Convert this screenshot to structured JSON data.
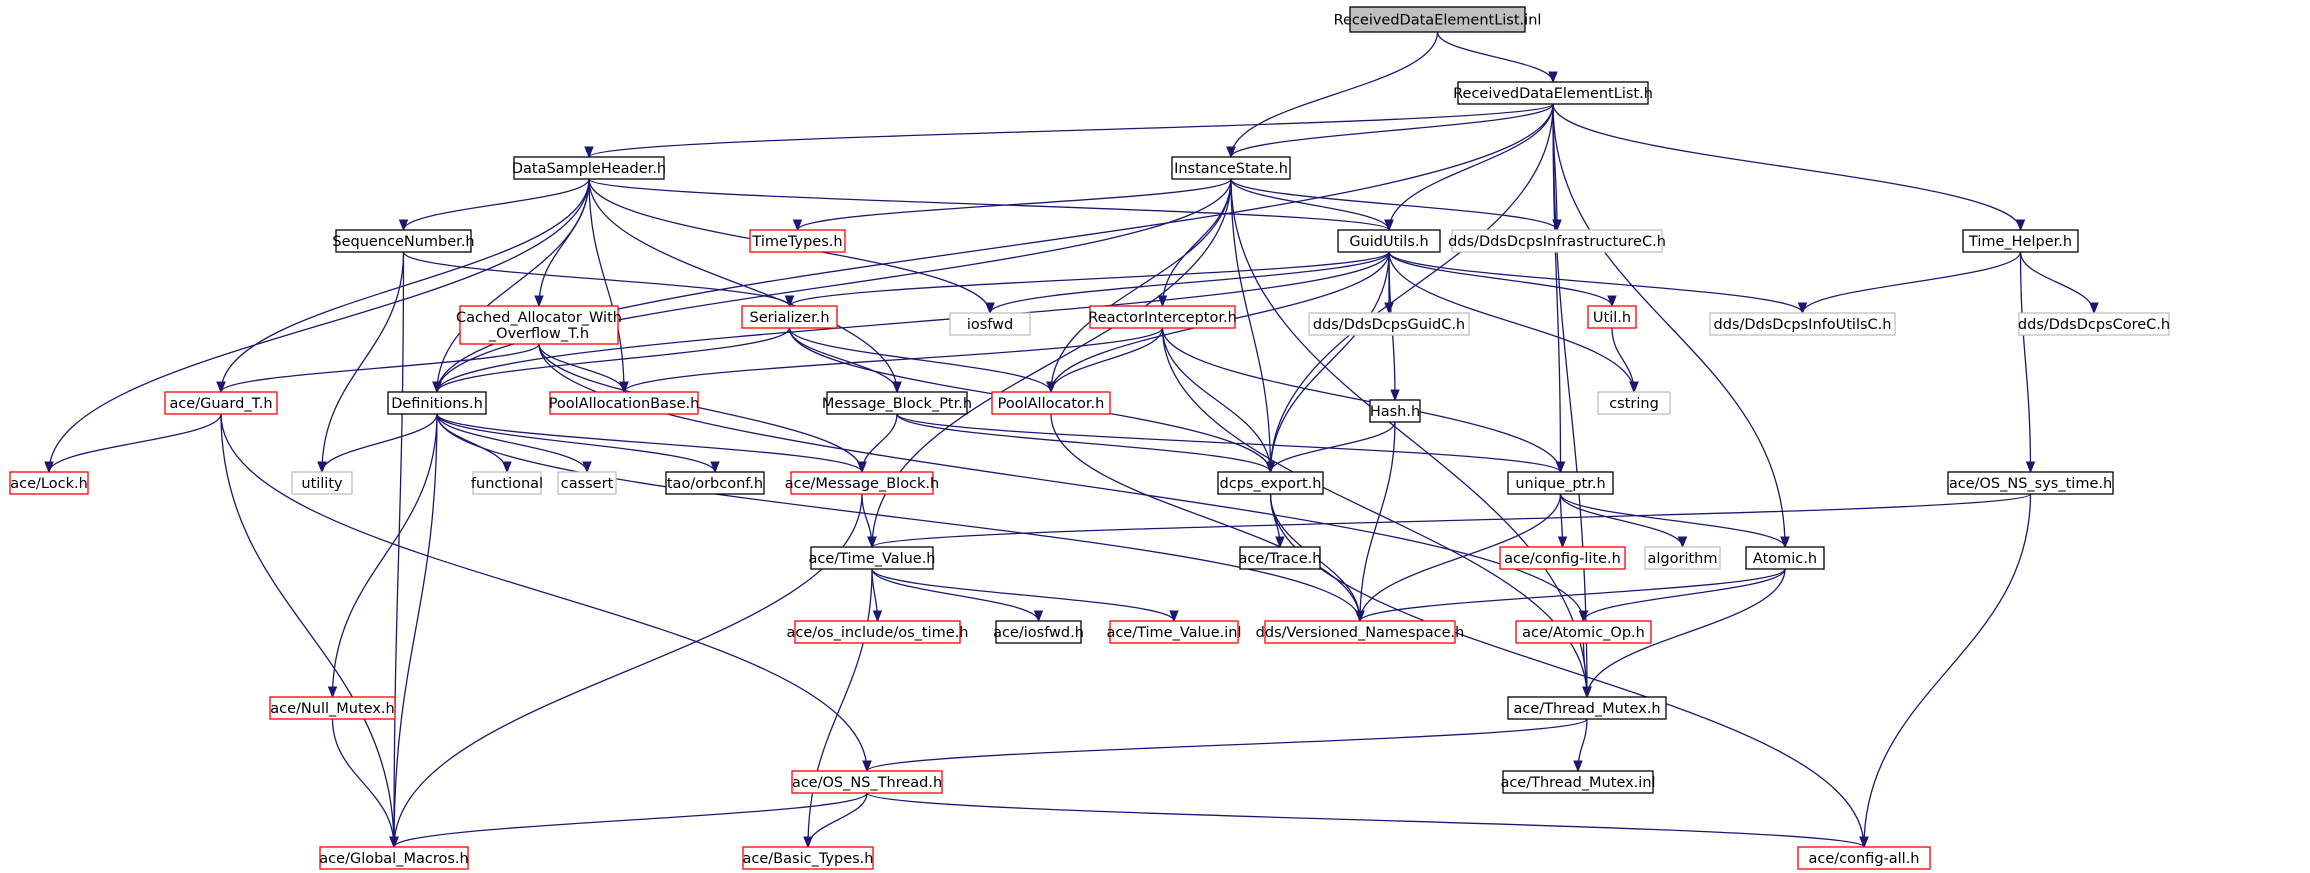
{
  "colors": {
    "edge": "#191970",
    "root_fill": "#bfbfbf",
    "normal_border": "#000000",
    "truncated_border": "#ff0000",
    "external_border": "#bfbfbf",
    "external_text": "#7f7f7f"
  },
  "nodes": [
    {
      "id": "root",
      "label": "ReceivedDataElementList.inl",
      "kind": "root"
    },
    {
      "id": "rdel",
      "label": "ReceivedDataElementList.h",
      "kind": "normal"
    },
    {
      "id": "dsh",
      "label": "DataSampleHeader.h",
      "kind": "normal"
    },
    {
      "id": "inst",
      "label": "InstanceState.h",
      "kind": "normal"
    },
    {
      "id": "seq",
      "label": "SequenceNumber.h",
      "kind": "normal"
    },
    {
      "id": "tt",
      "label": "TimeTypes.h",
      "kind": "truncated"
    },
    {
      "id": "guid",
      "label": "GuidUtils.h",
      "kind": "normal"
    },
    {
      "id": "ddsinfra",
      "label": "dds/DdsDcpsInfrastructureC.h",
      "kind": "external"
    },
    {
      "id": "timehelper",
      "label": "Time_Helper.h",
      "kind": "normal"
    },
    {
      "id": "cached",
      "label": "Cached_Allocator_With\n_Overflow_T.h",
      "kind": "truncated"
    },
    {
      "id": "serializer",
      "label": "Serializer.h",
      "kind": "truncated"
    },
    {
      "id": "iosfwd",
      "label": "iosfwd",
      "kind": "external"
    },
    {
      "id": "reactor",
      "label": "ReactorInterceptor.h",
      "kind": "truncated"
    },
    {
      "id": "ddsguidc",
      "label": "dds/DdsDcpsGuidC.h",
      "kind": "external"
    },
    {
      "id": "utilh",
      "label": "Util.h",
      "kind": "truncated"
    },
    {
      "id": "infoutils",
      "label": "dds/DdsDcpsInfoUtilsC.h",
      "kind": "external"
    },
    {
      "id": "corec",
      "label": "dds/DdsDcpsCoreC.h",
      "kind": "external"
    },
    {
      "id": "guard",
      "label": "ace/Guard_T.h",
      "kind": "truncated"
    },
    {
      "id": "defs",
      "label": "Definitions.h",
      "kind": "normal"
    },
    {
      "id": "poolbase",
      "label": "PoolAllocationBase.h",
      "kind": "truncated"
    },
    {
      "id": "mbptr",
      "label": "Message_Block_Ptr.h",
      "kind": "normal"
    },
    {
      "id": "poolalloc",
      "label": "PoolAllocator.h",
      "kind": "truncated"
    },
    {
      "id": "hash",
      "label": "Hash.h",
      "kind": "normal"
    },
    {
      "id": "cstring",
      "label": "cstring",
      "kind": "external"
    },
    {
      "id": "lock",
      "label": "ace/Lock.h",
      "kind": "truncated"
    },
    {
      "id": "utility",
      "label": "utility",
      "kind": "external"
    },
    {
      "id": "functional",
      "label": "functional",
      "kind": "external"
    },
    {
      "id": "cassert",
      "label": "cassert",
      "kind": "external"
    },
    {
      "id": "orbconf",
      "label": "tao/orbconf.h",
      "kind": "normal"
    },
    {
      "id": "msgblock",
      "label": "ace/Message_Block.h",
      "kind": "truncated"
    },
    {
      "id": "dcps",
      "label": "dcps_export.h",
      "kind": "normal"
    },
    {
      "id": "uptr",
      "label": "unique_ptr.h",
      "kind": "normal"
    },
    {
      "id": "nssystime",
      "label": "ace/OS_NS_sys_time.h",
      "kind": "normal"
    },
    {
      "id": "timevalue",
      "label": "ace/Time_Value.h",
      "kind": "normal"
    },
    {
      "id": "trace",
      "label": "ace/Trace.h",
      "kind": "normal"
    },
    {
      "id": "configlite",
      "label": "ace/config-lite.h",
      "kind": "truncated"
    },
    {
      "id": "algorithm",
      "label": "algorithm",
      "kind": "external"
    },
    {
      "id": "atomic",
      "label": "Atomic.h",
      "kind": "normal"
    },
    {
      "id": "ostime",
      "label": "ace/os_include/os_time.h",
      "kind": "truncated"
    },
    {
      "id": "iosfwdh",
      "label": "ace/iosfwd.h",
      "kind": "normal"
    },
    {
      "id": "tvinl",
      "label": "ace/Time_Value.inl",
      "kind": "truncated"
    },
    {
      "id": "versioned",
      "label": "dds/Versioned_Namespace.h",
      "kind": "truncated"
    },
    {
      "id": "atomicop",
      "label": "ace/Atomic_Op.h",
      "kind": "truncated"
    },
    {
      "id": "nullmutex",
      "label": "ace/Null_Mutex.h",
      "kind": "truncated"
    },
    {
      "id": "threadmutex",
      "label": "ace/Thread_Mutex.h",
      "kind": "normal"
    },
    {
      "id": "nsthread",
      "label": "ace/OS_NS_Thread.h",
      "kind": "truncated"
    },
    {
      "id": "tminl",
      "label": "ace/Thread_Mutex.inl",
      "kind": "normal"
    },
    {
      "id": "globalmacros",
      "label": "ace/Global_Macros.h",
      "kind": "truncated"
    },
    {
      "id": "basictypes",
      "label": "ace/Basic_Types.h",
      "kind": "truncated"
    },
    {
      "id": "configall",
      "label": "ace/config-all.h",
      "kind": "truncated"
    }
  ],
  "edges": [
    [
      "root",
      "rdel"
    ],
    [
      "root",
      "inst"
    ],
    [
      "rdel",
      "dsh"
    ],
    [
      "rdel",
      "inst"
    ],
    [
      "rdel",
      "guid"
    ],
    [
      "rdel",
      "ddsinfra"
    ],
    [
      "rdel",
      "timehelper"
    ],
    [
      "rdel",
      "defs"
    ],
    [
      "rdel",
      "dcps"
    ],
    [
      "rdel",
      "uptr"
    ],
    [
      "rdel",
      "atomic"
    ],
    [
      "rdel",
      "threadmutex"
    ],
    [
      "dsh",
      "seq"
    ],
    [
      "dsh",
      "guid"
    ],
    [
      "dsh",
      "cached"
    ],
    [
      "dsh",
      "poolbase"
    ],
    [
      "dsh",
      "mbptr"
    ],
    [
      "dsh",
      "iosfwd"
    ],
    [
      "dsh",
      "defs"
    ],
    [
      "dsh",
      "guard"
    ],
    [
      "dsh",
      "lock"
    ],
    [
      "inst",
      "tt"
    ],
    [
      "inst",
      "guid"
    ],
    [
      "inst",
      "ddsinfra"
    ],
    [
      "inst",
      "reactor"
    ],
    [
      "inst",
      "dcps"
    ],
    [
      "inst",
      "poolalloc"
    ],
    [
      "inst",
      "defs"
    ],
    [
      "inst",
      "timevalue"
    ],
    [
      "inst",
      "threadmutex"
    ],
    [
      "seq",
      "serializer"
    ],
    [
      "seq",
      "utility"
    ],
    [
      "seq",
      "globalmacros"
    ],
    [
      "guid",
      "serializer"
    ],
    [
      "guid",
      "iosfwd"
    ],
    [
      "guid",
      "poolalloc"
    ],
    [
      "guid",
      "ddsguidc"
    ],
    [
      "guid",
      "utilh"
    ],
    [
      "guid",
      "infoutils"
    ],
    [
      "guid",
      "cstring"
    ],
    [
      "guid",
      "hash"
    ],
    [
      "guid",
      "dcps"
    ],
    [
      "guid",
      "defs"
    ],
    [
      "timehelper",
      "infoutils"
    ],
    [
      "timehelper",
      "corec"
    ],
    [
      "timehelper",
      "nssystime"
    ],
    [
      "cached",
      "guard"
    ],
    [
      "cached",
      "poolbase"
    ],
    [
      "cached",
      "msgblock"
    ],
    [
      "cached",
      "atomicop"
    ],
    [
      "serializer",
      "defs"
    ],
    [
      "serializer",
      "mbptr"
    ],
    [
      "serializer",
      "poolalloc"
    ],
    [
      "serializer",
      "dcps"
    ],
    [
      "reactor",
      "poolbase"
    ],
    [
      "reactor",
      "poolalloc"
    ],
    [
      "reactor",
      "dcps"
    ],
    [
      "reactor",
      "uptr"
    ],
    [
      "reactor",
      "threadmutex"
    ],
    [
      "utilh",
      "cstring"
    ],
    [
      "guard",
      "lock"
    ],
    [
      "guard",
      "globalmacros"
    ],
    [
      "guard",
      "nsthread"
    ],
    [
      "defs",
      "utility"
    ],
    [
      "defs",
      "functional"
    ],
    [
      "defs",
      "cassert"
    ],
    [
      "defs",
      "orbconf"
    ],
    [
      "defs",
      "msgblock"
    ],
    [
      "defs",
      "versioned"
    ],
    [
      "defs",
      "nullmutex"
    ],
    [
      "defs",
      "globalmacros"
    ],
    [
      "mbptr",
      "msgblock"
    ],
    [
      "mbptr",
      "dcps"
    ],
    [
      "mbptr",
      "uptr"
    ],
    [
      "poolalloc",
      "versioned"
    ],
    [
      "hash",
      "dcps"
    ],
    [
      "hash",
      "versioned"
    ],
    [
      "msgblock",
      "timevalue"
    ],
    [
      "msgblock",
      "globalmacros"
    ],
    [
      "dcps",
      "trace"
    ],
    [
      "dcps",
      "versioned"
    ],
    [
      "dcps",
      "configall"
    ],
    [
      "uptr",
      "configlite"
    ],
    [
      "uptr",
      "algorithm"
    ],
    [
      "uptr",
      "atomic"
    ],
    [
      "uptr",
      "versioned"
    ],
    [
      "nssystime",
      "timevalue"
    ],
    [
      "nssystime",
      "configall"
    ],
    [
      "timevalue",
      "ostime"
    ],
    [
      "timevalue",
      "iosfwdh"
    ],
    [
      "timevalue",
      "tvinl"
    ],
    [
      "timevalue",
      "basictypes"
    ],
    [
      "atomic",
      "versioned"
    ],
    [
      "atomic",
      "atomicop"
    ],
    [
      "atomic",
      "threadmutex"
    ],
    [
      "atomicop",
      "threadmutex"
    ],
    [
      "nullmutex",
      "globalmacros"
    ],
    [
      "threadmutex",
      "nsthread"
    ],
    [
      "threadmutex",
      "tminl"
    ],
    [
      "nsthread",
      "globalmacros"
    ],
    [
      "nsthread",
      "basictypes"
    ],
    [
      "nsthread",
      "configall"
    ]
  ]
}
